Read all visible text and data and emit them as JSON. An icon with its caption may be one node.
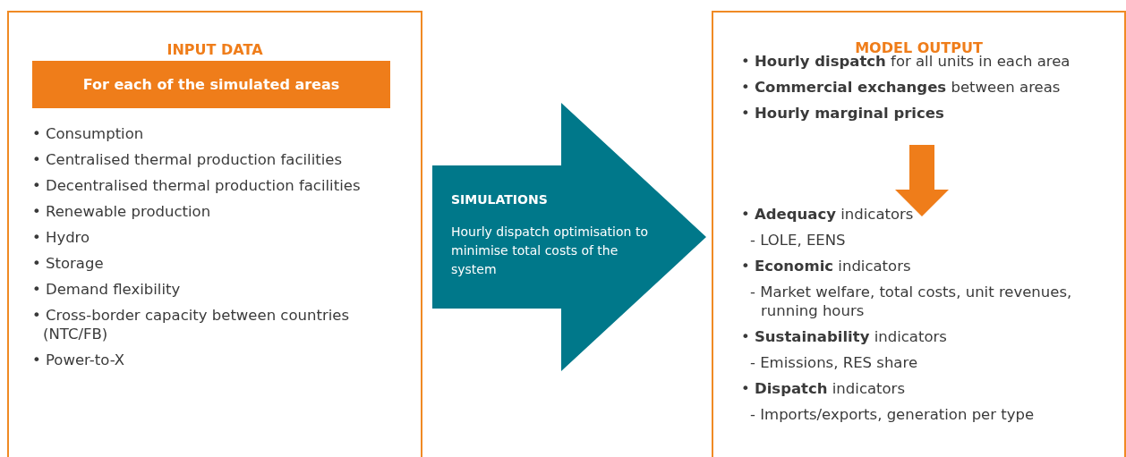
{
  "diagram": {
    "nodes": [
      {
        "text": [
          "INPUT DATA",
          "• Consumption",
          "• Centralised thermal production facilities",
          "• Decentralised thermal production facilities",
          "• Renewable production",
          "• Hydro",
          "• Storage",
          "• Demand flexibility",
          "• Cross-border capacity between countries (NTC/FB)",
          "• Power-to-X"
        ]
      },
      {
        "text": [
          "For each of the simulated areas"
        ],
        "in": 0
      },
      {
        "text": [
          "SIMULATIONS",
          "Hourly dispatch optimisation to minimise total costs of the system"
        ]
      },
      {
        "text": [
          "MODEL OUTPUT",
          "• **Hourly dispatch** for all units in each area",
          "• **Commercial exchanges** between areas",
          "• **Hourly marginal prices**",
          "• **Adequacy** indicators",
          "- LOLE, EENS",
          "• **Economic** indicators",
          "- Market welfare, total costs, unit revenues, running hours",
          "• **Sustainability** indicators",
          "- Emissions, RES share",
          "• **Dispatch** indicators",
          "- Imports/exports, generation per type"
        ]
      }
    ]
  }
}
